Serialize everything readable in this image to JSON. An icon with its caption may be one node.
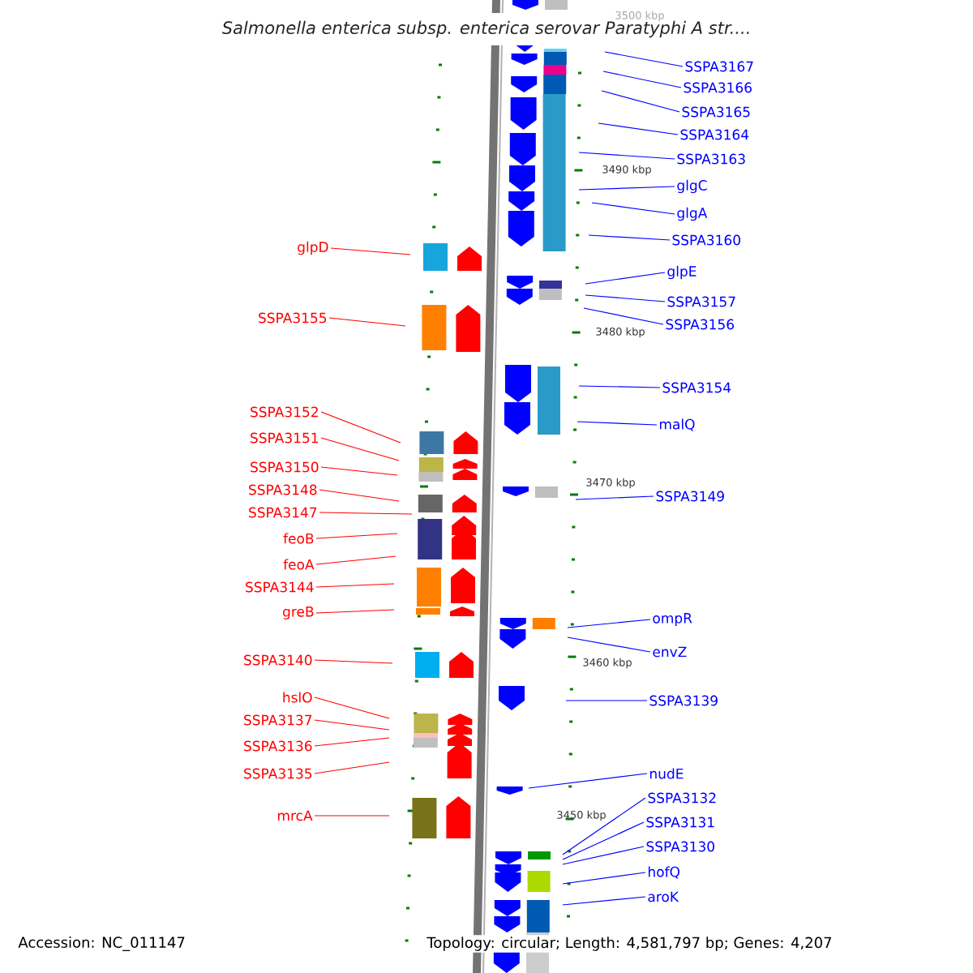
{
  "diagram": {
    "title": "Salmonella enterica subsp. enterica serovar Paratyphi A str....",
    "nodes": [
      {
        "text": [
          "SSPA3167"
        ]
      },
      {
        "text": [
          "SSPA3166"
        ]
      },
      {
        "text": [
          "SSPA3165"
        ]
      },
      {
        "text": [
          "SSPA3164"
        ]
      },
      {
        "text": [
          "SSPA3163"
        ]
      },
      {
        "text": [
          "glgC"
        ]
      },
      {
        "text": [
          "glgA"
        ]
      },
      {
        "text": [
          "SSPA3160"
        ]
      },
      {
        "text": [
          "glpE"
        ]
      },
      {
        "text": [
          "SSPA3157"
        ]
      },
      {
        "text": [
          "SSPA3156"
        ]
      },
      {
        "text": [
          "SSPA3154"
        ]
      },
      {
        "text": [
          "malQ"
        ]
      },
      {
        "text": [
          "SSPA3149"
        ]
      },
      {
        "text": [
          "ompR"
        ]
      },
      {
        "text": [
          "envZ"
        ]
      },
      {
        "text": [
          "SSPA3139"
        ]
      },
      {
        "text": [
          "nudE"
        ]
      },
      {
        "text": [
          "SSPA3132"
        ]
      },
      {
        "text": [
          "SSPA3131"
        ]
      },
      {
        "text": [
          "SSPA3130"
        ]
      },
      {
        "text": [
          "hofQ"
        ]
      },
      {
        "text": [
          "aroK"
        ]
      },
      {
        "text": [
          "glpD"
        ]
      },
      {
        "text": [
          "SSPA3155"
        ]
      },
      {
        "text": [
          "SSPA3152"
        ]
      },
      {
        "text": [
          "SSPA3151"
        ]
      },
      {
        "text": [
          "SSPA3150"
        ]
      },
      {
        "text": [
          "SSPA3148"
        ]
      },
      {
        "text": [
          "SSPA3147"
        ]
      },
      {
        "text": [
          "feoB"
        ]
      },
      {
        "text": [
          "feoA"
        ]
      },
      {
        "text": [
          "SSPA3144"
        ]
      },
      {
        "text": [
          "greB"
        ]
      },
      {
        "text": [
          "SSPA3140"
        ]
      },
      {
        "text": [
          "hslO"
        ]
      },
      {
        "text": [
          "SSPA3137"
        ]
      },
      {
        "text": [
          "SSPA3136"
        ]
      },
      {
        "text": [
          "SSPA3135"
        ]
      },
      {
        "text": [
          "mrcA"
        ]
      }
    ],
    "edges": [
      {
        "from": 0,
        "to": null,
        "arrow": "none"
      },
      {
        "from": 1,
        "to": null,
        "arrow": "none"
      },
      {
        "from": 2,
        "to": null,
        "arrow": "none"
      },
      {
        "from": 3,
        "to": null,
        "arrow": "none"
      },
      {
        "from": 4,
        "to": null,
        "arrow": "none"
      },
      {
        "from": 5,
        "to": null,
        "arrow": "none"
      },
      {
        "from": 6,
        "to": null,
        "arrow": "none"
      },
      {
        "from": 7,
        "to": null,
        "arrow": "none"
      },
      {
        "from": 8,
        "to": null,
        "arrow": "none"
      },
      {
        "from": 9,
        "to": null,
        "arrow": "none"
      },
      {
        "from": 10,
        "to": null,
        "arrow": "none"
      },
      {
        "from": 11,
        "to": null,
        "arrow": "none"
      },
      {
        "from": 12,
        "to": null,
        "arrow": "none"
      },
      {
        "from": 13,
        "to": null,
        "arrow": "none"
      },
      {
        "from": 14,
        "to": null,
        "arrow": "none"
      },
      {
        "from": 15,
        "to": null,
        "arrow": "none"
      },
      {
        "from": 16,
        "to": null,
        "arrow": "none"
      },
      {
        "from": 17,
        "to": null,
        "arrow": "none"
      },
      {
        "from": 18,
        "to": null,
        "arrow": "none"
      },
      {
        "from": 19,
        "to": null,
        "arrow": "none"
      },
      {
        "from": 20,
        "to": null,
        "arrow": "none"
      },
      {
        "from": 21,
        "to": null,
        "arrow": "none"
      },
      {
        "from": 22,
        "to": null,
        "arrow": "none"
      },
      {
        "from": 23,
        "to": null,
        "arrow": "none",
        "color": "#ff0000"
      },
      {
        "from": 24,
        "to": null,
        "arrow": "none",
        "color": "#ff0000"
      },
      {
        "from": 25,
        "to": null,
        "arrow": "none",
        "color": "#ff0000"
      },
      {
        "from": 26,
        "to": null,
        "arrow": "none",
        "color": "#ff0000"
      },
      {
        "from": 27,
        "to": null,
        "arrow": "none",
        "color": "#ff0000"
      },
      {
        "from": 28,
        "to": null,
        "arrow": "none",
        "color": "#ff0000"
      },
      {
        "from": 29,
        "to": null,
        "arrow": "none",
        "color": "#ff0000"
      },
      {
        "from": 30,
        "to": null,
        "arrow": "none",
        "color": "#ff0000"
      },
      {
        "from": 31,
        "to": null,
        "arrow": "none",
        "color": "#ff0000"
      },
      {
        "from": 32,
        "to": null,
        "arrow": "none",
        "color": "#ff0000"
      },
      {
        "from": 33,
        "to": null,
        "arrow": "none",
        "color": "#ff0000"
      },
      {
        "from": 34,
        "to": null,
        "arrow": "none",
        "color": "#ff0000"
      },
      {
        "from": 35,
        "to": null,
        "arrow": "none",
        "color": "#ff0000"
      },
      {
        "from": 36,
        "to": null,
        "arrow": "none",
        "color": "#ff0000"
      },
      {
        "from": 37,
        "to": null,
        "arrow": "none",
        "color": "#ff0000"
      },
      {
        "from": 38,
        "to": null,
        "arrow": "none",
        "color": "#ff0000"
      },
      {
        "from": 39,
        "to": null,
        "arrow": "none",
        "color": "#ff0000"
      }
    ],
    "labels": [
      "3500 kbp",
      "3490 kbp",
      "3480 kbp",
      "3470 kbp",
      "3460 kbp",
      "3450 kbp",
      "Accession: NC_011147",
      "Topology: circular; Length: 4,581,797 bp; Genes: 4,207"
    ]
  }
}
